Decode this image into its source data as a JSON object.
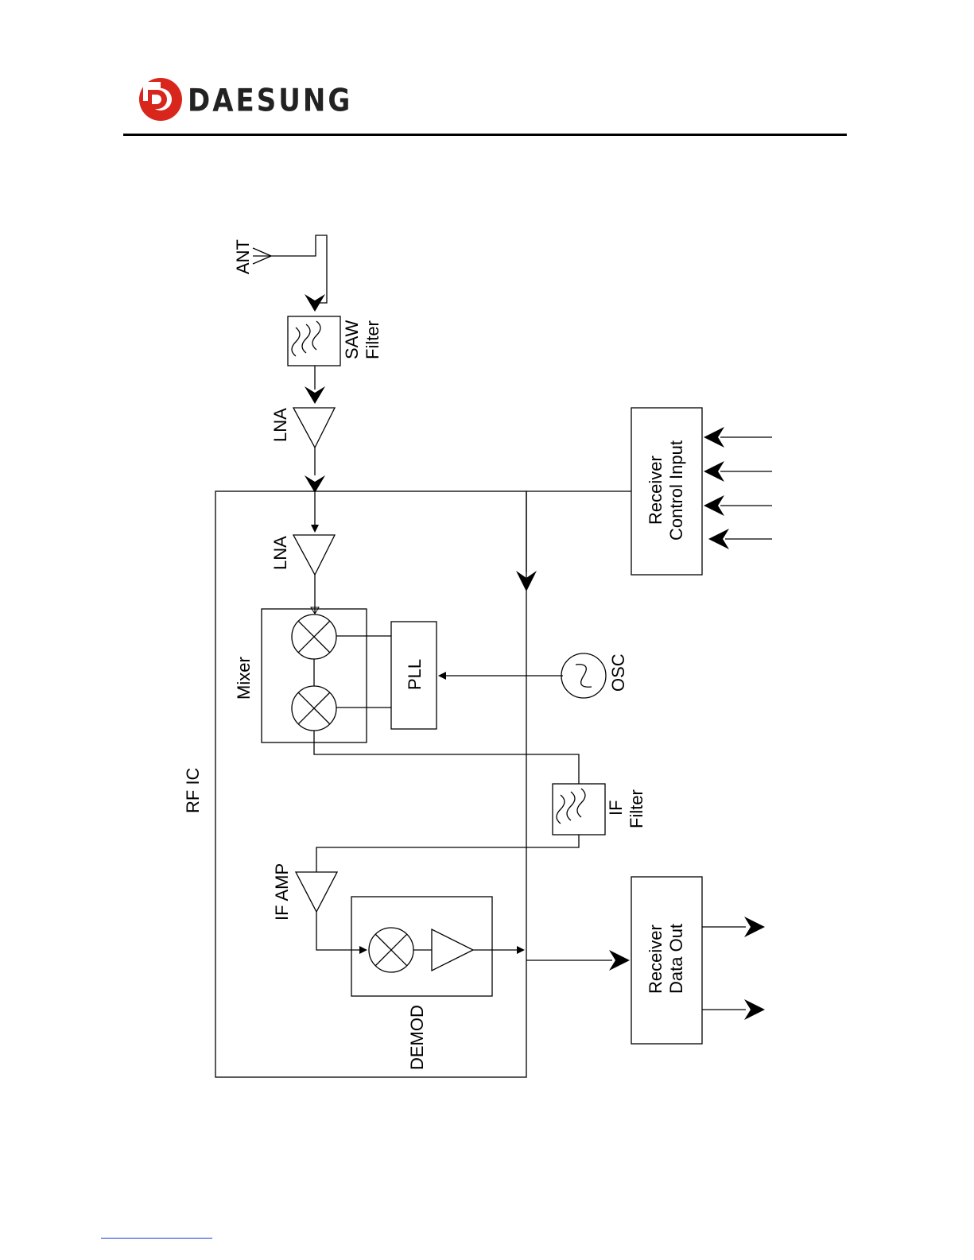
{
  "header": {
    "logo_text": "DAESUNG",
    "logo_color": "#d9261c"
  },
  "diagram": {
    "labels": {
      "ant": "ANT",
      "saw": "SAW",
      "saw_filter": "Filter",
      "lna_ext": "LNA",
      "lna_int": "LNA",
      "mixer": "Mixer",
      "pll": "PLL",
      "osc": "OSC",
      "rf_ic": "RF IC",
      "if": "IF",
      "if_filter": "Filter",
      "if_amp": "IF AMP",
      "demod": "DEMOD",
      "ctrl_line1": "Receiver",
      "ctrl_line2": "Control Input",
      "data_line1": "Receiver",
      "data_line2": "Data Out"
    }
  }
}
